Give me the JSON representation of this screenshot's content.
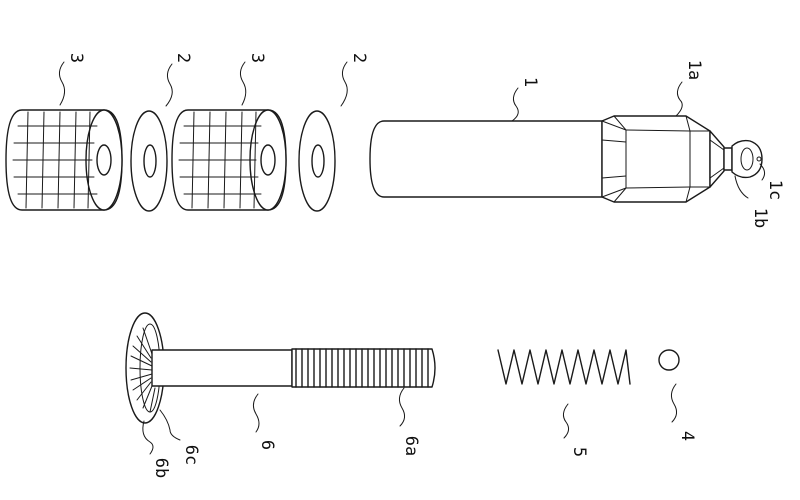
{
  "labels": {
    "washer_left": "2",
    "washer_right": "2",
    "roller_left": "3",
    "roller_right": "3",
    "tube": "1",
    "hex_head": "1a",
    "neck": "1b",
    "tip": "1c",
    "screw": "6",
    "screw_thread": "6a",
    "screw_flange": "6b",
    "screw_ribs": "6c",
    "spring": "5",
    "ball": "4"
  }
}
